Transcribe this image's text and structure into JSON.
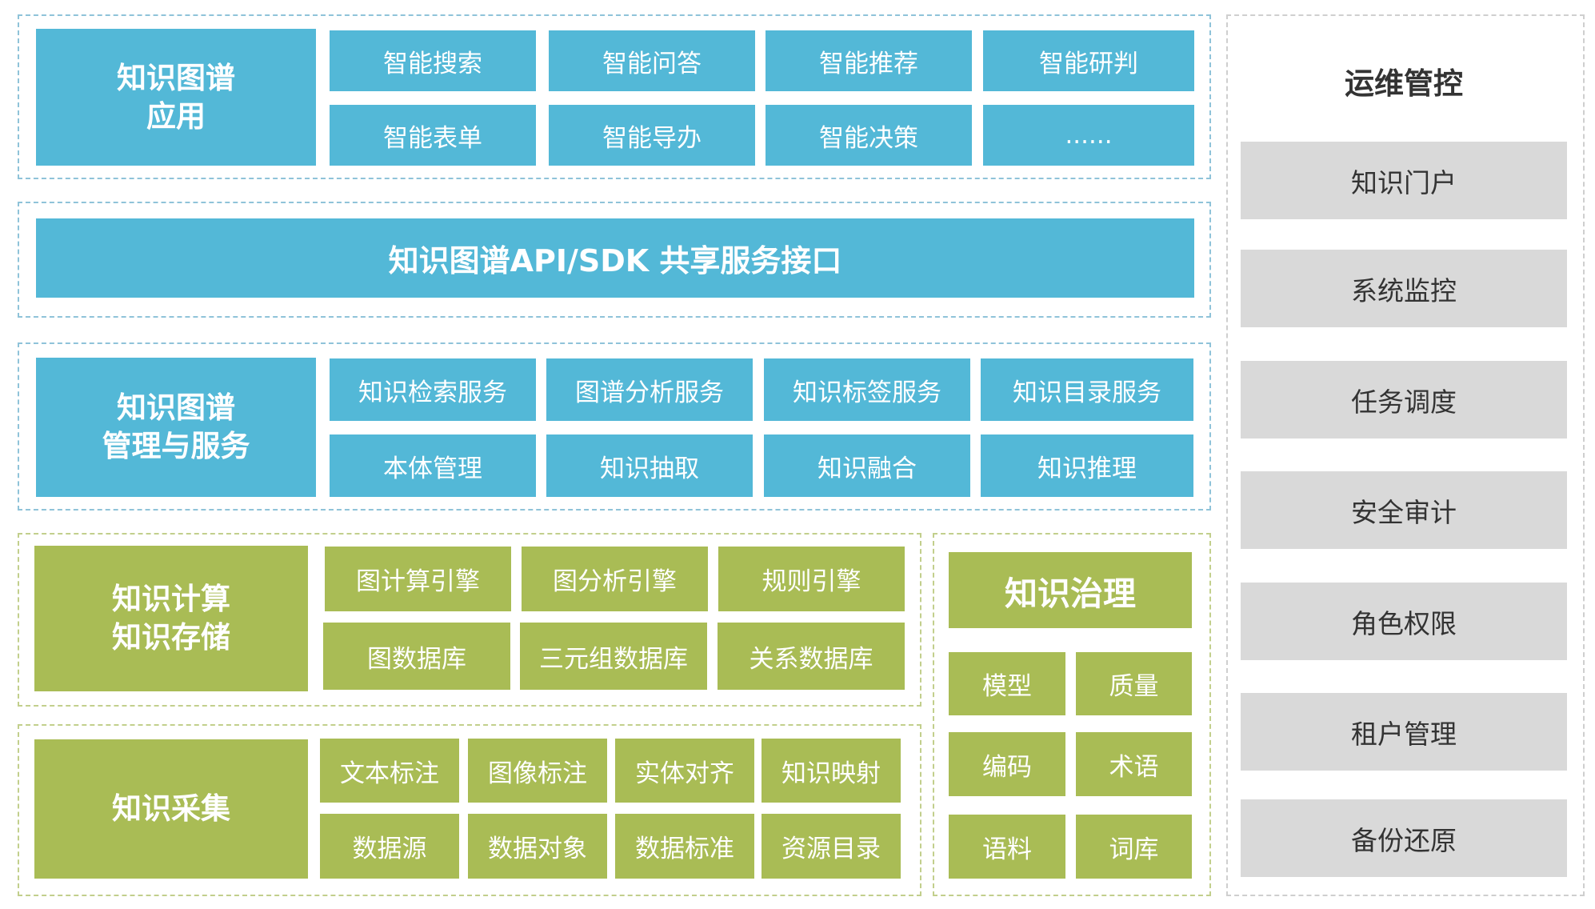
{
  "colors": {
    "blue": "#53b8d7",
    "green": "#a9bc55",
    "gray": "#d9d9d9"
  },
  "app_layer": {
    "title": [
      "知识图谱",
      "应用"
    ],
    "items": [
      "智能搜索",
      "智能问答",
      "智能推荐",
      "智能研判",
      "智能表单",
      "智能导办",
      "智能决策",
      "......"
    ]
  },
  "api_layer": {
    "title": "知识图谱API/SDK 共享服务接口"
  },
  "service_layer": {
    "title": [
      "知识图谱",
      "管理与服务"
    ],
    "items": [
      "知识检索服务",
      "图谱分析服务",
      "知识标签服务",
      "知识目录服务",
      "本体管理",
      "知识抽取",
      "知识融合",
      "知识推理"
    ]
  },
  "compute_layer": {
    "title": [
      "知识计算",
      "知识存储"
    ],
    "items": [
      "图计算引擎",
      "图分析引擎",
      "规则引擎",
      "图数据库",
      "三元组数据库",
      "关系数据库"
    ]
  },
  "collect_layer": {
    "title": "知识采集",
    "items": [
      "文本标注",
      "图像标注",
      "实体对齐",
      "知识映射",
      "数据源",
      "数据对象",
      "数据标准",
      "资源目录"
    ]
  },
  "governance": {
    "title": "知识治理",
    "items": [
      "模型",
      "质量",
      "编码",
      "术语",
      "语料",
      "词库"
    ]
  },
  "ops": {
    "title": "运维管控",
    "items": [
      "知识门户",
      "系统监控",
      "任务调度",
      "安全审计",
      "角色权限",
      "租户管理",
      "备份还原"
    ]
  }
}
